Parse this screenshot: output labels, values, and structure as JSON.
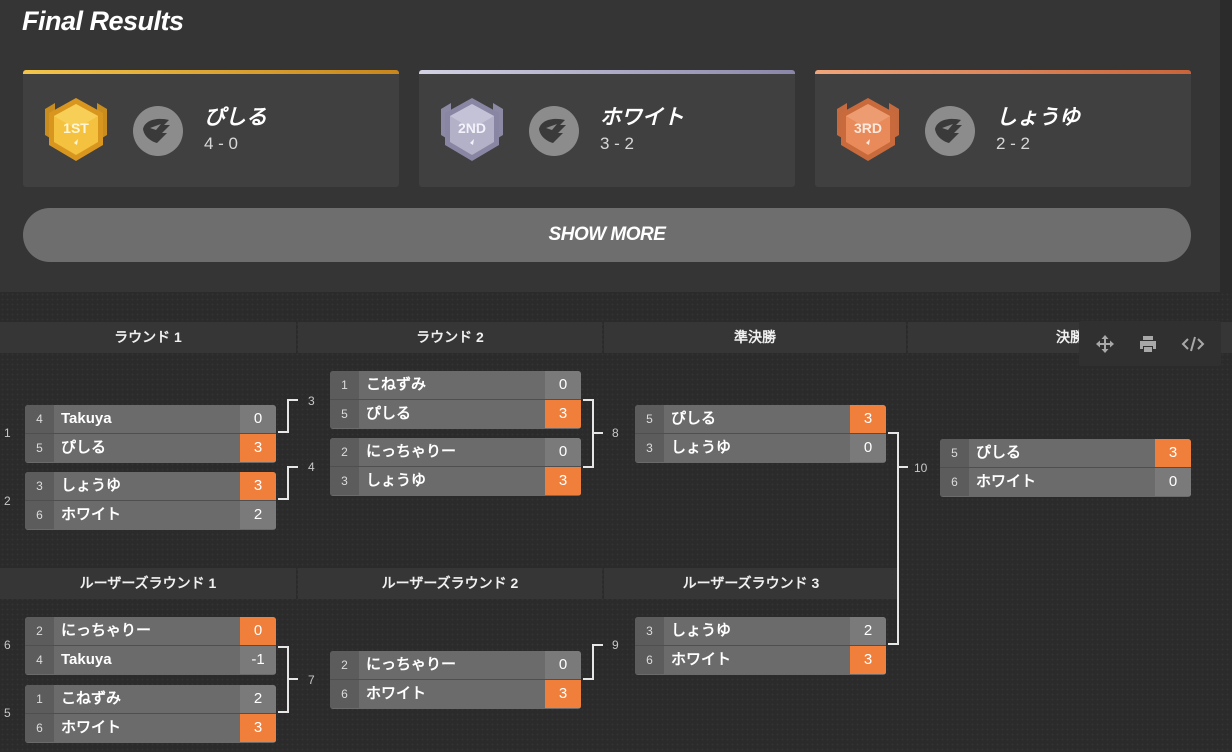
{
  "results": {
    "title": "Final Results",
    "podium": [
      {
        "rank_label": "1ST",
        "name": "ぴしる",
        "record": "4 - 0",
        "color": "#e8a52a"
      },
      {
        "rank_label": "2ND",
        "name": "ホワイト",
        "record": "3 - 2",
        "color": "#9a97b4"
      },
      {
        "rank_label": "3RD",
        "name": "しょうゆ",
        "record": "2 - 2",
        "color": "#e2804f"
      }
    ],
    "show_more": "SHOW MORE"
  },
  "bracket": {
    "winners_rounds": [
      "ラウンド 1",
      "ラウンド 2",
      "準決勝",
      "決勝"
    ],
    "losers_rounds": [
      "ルーザーズラウンド 1",
      "ルーザーズラウンド 2",
      "ルーザーズラウンド 3"
    ],
    "matches": [
      {
        "num": "1",
        "p1": {
          "seed": "4",
          "name": "Takuya",
          "score": "0"
        },
        "p2": {
          "seed": "5",
          "name": "ぴしる",
          "score": "3"
        },
        "winner": 2
      },
      {
        "num": "2",
        "p1": {
          "seed": "3",
          "name": "しょうゆ",
          "score": "3"
        },
        "p2": {
          "seed": "6",
          "name": "ホワイト",
          "score": "2"
        },
        "winner": 1
      },
      {
        "num": "3",
        "p1": {
          "seed": "1",
          "name": "こねずみ",
          "score": "0"
        },
        "p2": {
          "seed": "5",
          "name": "ぴしる",
          "score": "3"
        },
        "winner": 2
      },
      {
        "num": "4",
        "p1": {
          "seed": "2",
          "name": "にっちゃりー",
          "score": "0"
        },
        "p2": {
          "seed": "3",
          "name": "しょうゆ",
          "score": "3"
        },
        "winner": 2
      },
      {
        "num": "8",
        "p1": {
          "seed": "5",
          "name": "ぴしる",
          "score": "3"
        },
        "p2": {
          "seed": "3",
          "name": "しょうゆ",
          "score": "0"
        },
        "winner": 1
      },
      {
        "num": "10",
        "p1": {
          "seed": "5",
          "name": "ぴしる",
          "score": "3"
        },
        "p2": {
          "seed": "6",
          "name": "ホワイト",
          "score": "0"
        },
        "winner": 1
      },
      {
        "num": "6",
        "p1": {
          "seed": "2",
          "name": "にっちゃりー",
          "score": "0"
        },
        "p2": {
          "seed": "4",
          "name": "Takuya",
          "score": "-1"
        },
        "winner": 1
      },
      {
        "num": "5",
        "p1": {
          "seed": "1",
          "name": "こねずみ",
          "score": "2"
        },
        "p2": {
          "seed": "6",
          "name": "ホワイト",
          "score": "3"
        },
        "winner": 2
      },
      {
        "num": "7",
        "p1": {
          "seed": "2",
          "name": "にっちゃりー",
          "score": "0"
        },
        "p2": {
          "seed": "6",
          "name": "ホワイト",
          "score": "3"
        },
        "winner": 2
      },
      {
        "num": "9",
        "p1": {
          "seed": "3",
          "name": "しょうゆ",
          "score": "2"
        },
        "p2": {
          "seed": "6",
          "name": "ホワイト",
          "score": "3"
        },
        "winner": 2
      }
    ]
  },
  "toolbar": {
    "icons": [
      "move-icon",
      "print-icon",
      "code-icon"
    ]
  },
  "colors": {
    "win_score": "#f07f3c",
    "score": "#7a7a7a",
    "match_bg": "#6b6b6b"
  }
}
